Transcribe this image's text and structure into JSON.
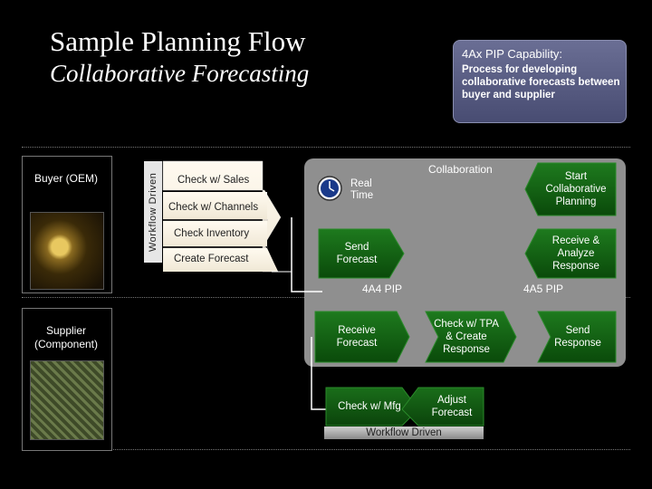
{
  "header": {
    "title": "Sample Planning Flow",
    "subtitle": "Collaborative Forecasting"
  },
  "capability": {
    "title": "4Ax PIP Capability:",
    "description": "Process for developing collaborative forecasts between buyer and supplier"
  },
  "roles": {
    "buyer": "Buyer (OEM)",
    "supplier": "Supplier (Component)"
  },
  "workflow_tab": "Workflow Driven",
  "buyer_steps": [
    "Check w/ Sales",
    "Check w/ Channels",
    "Check Inventory",
    "Create Forecast"
  ],
  "collaboration": {
    "label": "Collaboration",
    "real_time": "Real Time",
    "send_forecast": "Send Forecast",
    "start_planning": "Start Collaborative Planning",
    "receive_analyze": "Receive & Analyze Response",
    "pip_4a4": "4A4 PIP",
    "pip_4a5": "4A5 PIP",
    "receive_forecast": "Receive Forecast",
    "check_tpa": "Check w/ TPA & Create Response",
    "send_response": "Send Response"
  },
  "supplier_workflow": {
    "check_mfg": "Check w/ Mfg",
    "adjust_forecast": "Adjust Forecast",
    "bar_label": "Workflow Driven"
  },
  "colors": {
    "accent_green": "#1c6e1c",
    "panel_gray": "#8f8f8f",
    "capability_blue": "#5a5e84"
  }
}
